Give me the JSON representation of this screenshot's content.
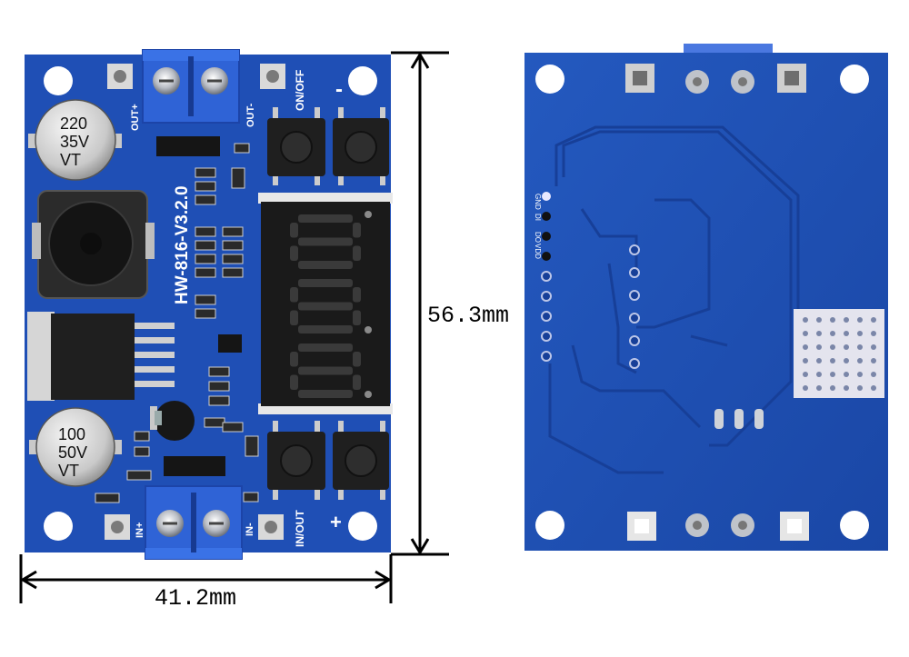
{
  "dimensions": {
    "height_label": "56.3mm",
    "width_label": "41.2mm"
  },
  "front": {
    "model": "HW-816-V3.2.0",
    "terminal_labels": {
      "out_plus": "OUT+",
      "out_minus": "OUT-",
      "in_plus": "IN+",
      "in_minus": "IN-"
    },
    "button_labels": {
      "on_off": "ON/OFF",
      "minus": "-",
      "in_out": "IN/OUT",
      "plus": "+"
    },
    "capacitor_top": {
      "line1": "220",
      "line2": "35V",
      "line3": "VT"
    },
    "capacitor_bottom": {
      "line1": "100",
      "line2": "50V",
      "line3": "VT"
    },
    "display_digits": "88.8"
  },
  "back": {
    "pin_labels": [
      "GND",
      "DI",
      "DO",
      "VDD"
    ]
  },
  "colors": {
    "pcb_blue": "#1f4fb5",
    "pcb_dark": "#163f9a",
    "terminal_blue": "#2f63d6",
    "display_black": "#1a1a1a",
    "segment_off": "#3a3a3a"
  }
}
